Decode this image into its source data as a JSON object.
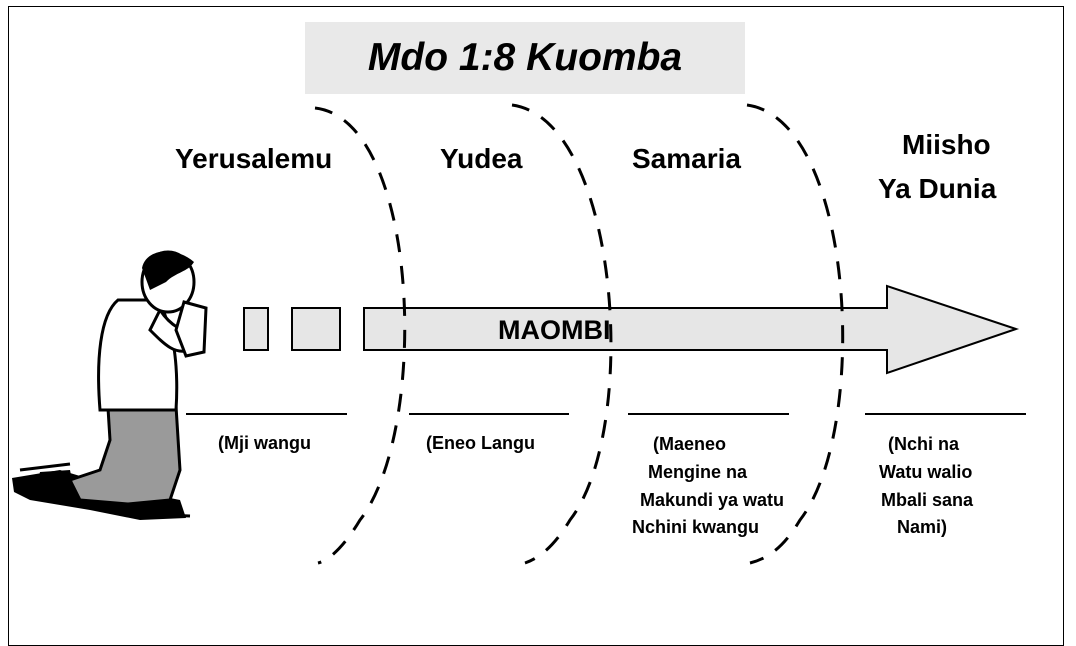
{
  "title": "Mdo 1:8 Kuomba",
  "regions": [
    {
      "name": "Yerusalemu"
    },
    {
      "name": "Yudea"
    },
    {
      "name": "Samaria"
    },
    {
      "name_line1": "Miisho",
      "name_line2": "Ya Dunia"
    }
  ],
  "arrow_label": "MAOMBI",
  "descriptions": [
    {
      "lines": [
        "(Mji wangu"
      ]
    },
    {
      "lines": [
        "(Eneo Langu"
      ]
    },
    {
      "lines": [
        "(Maeneo",
        "Mengine na",
        "Makundi ya watu",
        "Nchini kwangu"
      ]
    },
    {
      "lines": [
        "(Nchi na",
        "Watu walio",
        "Mbali sana",
        "Nami)"
      ]
    }
  ],
  "icons": {
    "person": "praying-person-icon"
  },
  "colors": {
    "title_box": "#e9e9e9",
    "arrow_fill": "#e6e6e6",
    "ink": "#000000"
  }
}
